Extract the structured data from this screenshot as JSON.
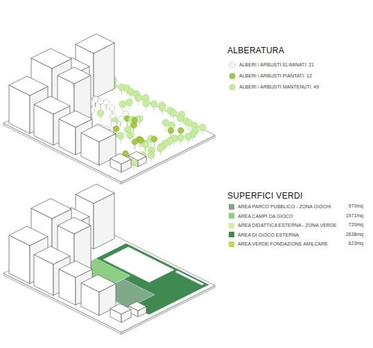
{
  "diagram": {
    "labels": [
      "ALBERATURA",
      "SUPERFICI VERDI",
      "970mq",
      "1971mq",
      "720mq",
      "2638mq",
      "623mq"
    ],
    "legend": [
      {
        "text": "ALBERI / ARBUSTI ELIMINATI: 21"
      },
      {
        "text": "ALBERI / ARBUSTI PIANTATI: 12"
      },
      {
        "text": "ALBERI / ARBUSTI MANTENUTI: 49"
      },
      {
        "text": "AREA PARCO PUBBLICO - ZONA GIOCHI",
        "color": "#7fa989"
      },
      {
        "text": "AREA CAMPI DA GIOCO",
        "color": "#8ccf82"
      },
      {
        "text": "AREA DIDATTICA ESTERNA - ZONA VERDE",
        "color": "#d6eda2"
      },
      {
        "text": "AREA DI GIOCO ESTERNA",
        "color": "#3f8a50"
      },
      {
        "text": "AREA VERDE FONDAZIONE AMILCARE",
        "color": "#c1dd57"
      }
    ]
  }
}
